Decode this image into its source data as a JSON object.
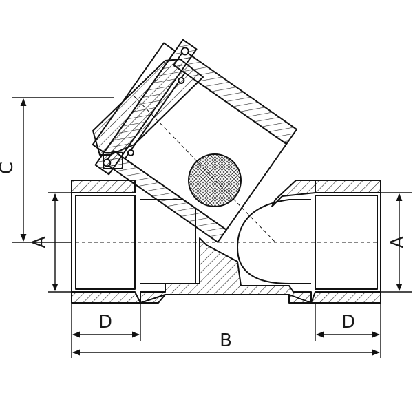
{
  "diagram": {
    "labels": {
      "c": "C",
      "a_left": "A",
      "a_right": "A",
      "d_left": "D",
      "d_right": "D",
      "b": "B"
    }
  }
}
